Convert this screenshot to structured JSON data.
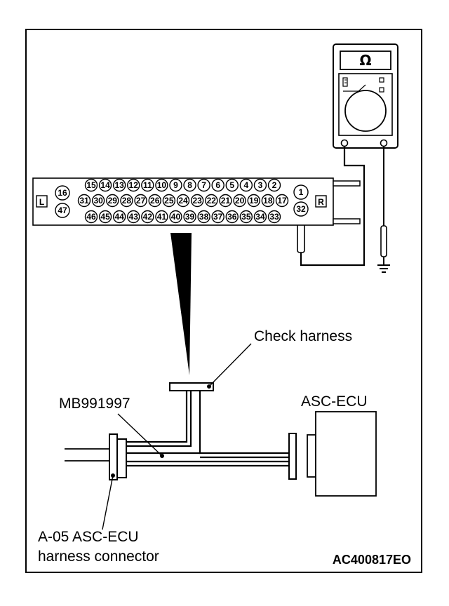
{
  "meter": {
    "symbol": "Ω"
  },
  "connector": {
    "left_label": "L",
    "right_label": "R",
    "row1": [
      "15",
      "14",
      "13",
      "12",
      "11",
      "10",
      "9",
      "8",
      "7",
      "6",
      "5",
      "4",
      "3",
      "2"
    ],
    "row2": [
      "31",
      "30",
      "29",
      "28",
      "27",
      "26",
      "25",
      "24",
      "23",
      "22",
      "21",
      "20",
      "19",
      "18",
      "17"
    ],
    "row3": [
      "46",
      "45",
      "44",
      "43",
      "42",
      "41",
      "40",
      "39",
      "38",
      "37",
      "36",
      "35",
      "34",
      "33"
    ],
    "left_pins": [
      "16",
      "47"
    ],
    "right_pins": [
      "1",
      "32"
    ]
  },
  "labels": {
    "check_harness": "Check harness",
    "mb_tool": "MB991997",
    "asc_ecu": "ASC-ECU",
    "connector_line1": "A-05 ASC-ECU",
    "connector_line2": "harness connector",
    "figure_code": "AC400817EO"
  }
}
